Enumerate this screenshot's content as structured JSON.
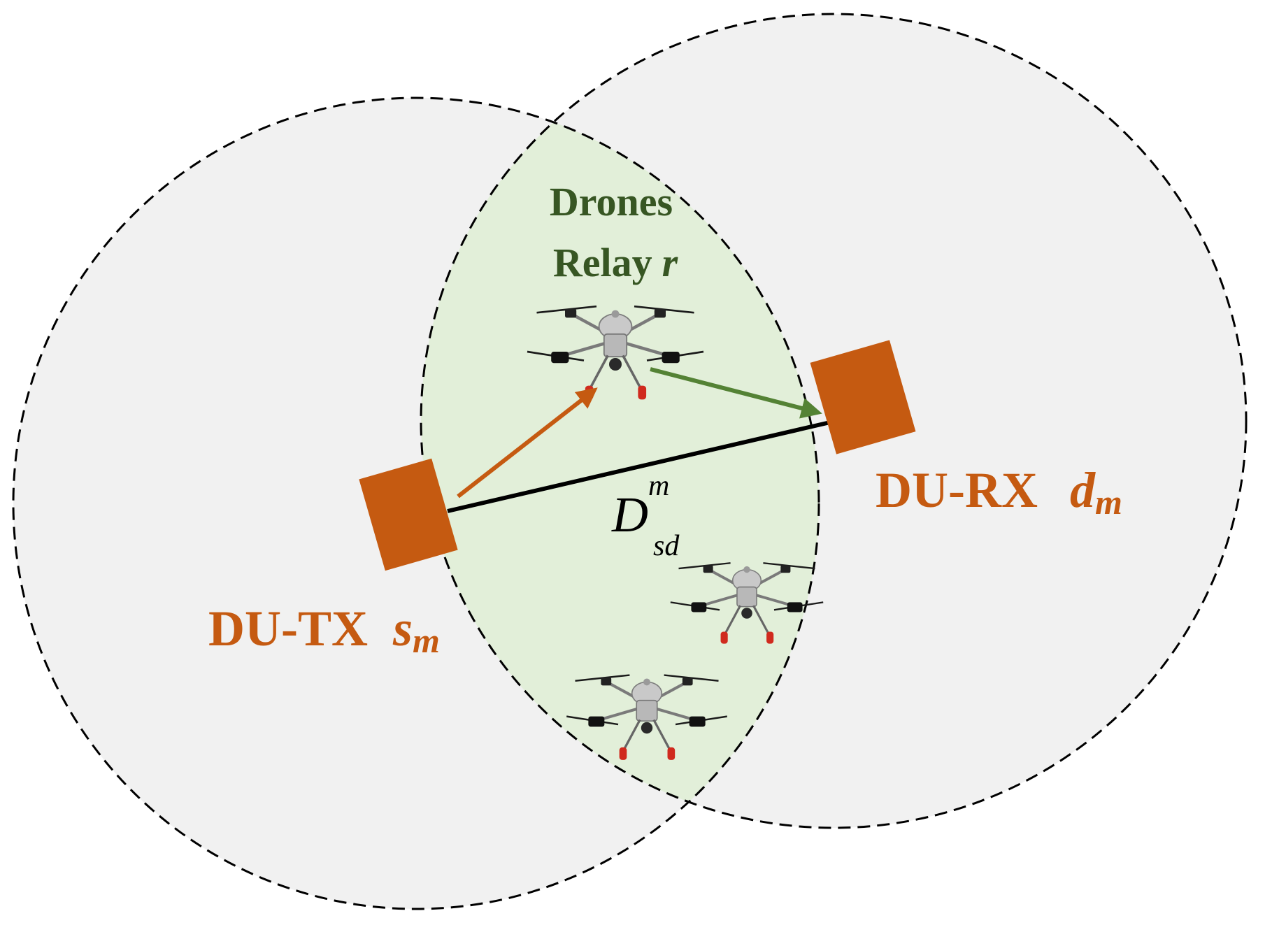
{
  "tx": {
    "label": "DU-TX",
    "symbol": "s",
    "subscript": "m"
  },
  "rx": {
    "label": "DU-RX",
    "symbol": "d",
    "subscript": "m"
  },
  "relay": {
    "line1": "Drones",
    "line2": "Relay",
    "symbol": "r"
  },
  "distance": {
    "symbol": "D",
    "superscript": "m",
    "subscript": "sd"
  },
  "colors": {
    "coverage_fill": "#f1f1f1",
    "overlap_fill": "#e2efd9",
    "node": "#c55a11",
    "relay_text": "#375623",
    "link_to_rx": "#548235",
    "link_from_tx": "#c55a11",
    "distance_line": "#000000",
    "boundary": "#000000"
  },
  "icons": {
    "node": "rectangle-node",
    "drone": "quadcopter-drone-icon"
  }
}
